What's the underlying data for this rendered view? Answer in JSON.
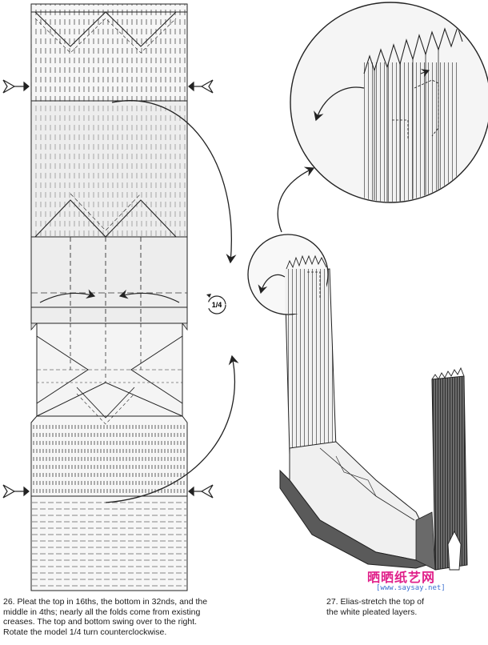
{
  "step26": {
    "caption_lines": [
      "26. Pleat the top in 16ths, the bottom in 32nds, and the",
      "middle in 4ths; nearly all the folds come from existing",
      "creases. The top and bottom swing over to the right.",
      "Rotate the model 1/4 turn counterclockwise."
    ],
    "rotation_symbol": "1/4"
  },
  "step27": {
    "caption_lines": [
      "27. Elias-stretch the top of",
      "the white pleated layers."
    ]
  },
  "watermark": {
    "title": "晒晒纸艺网",
    "url": "[www.saysay.net]",
    "title_color": "#e0208a",
    "url_color": "#3a6fd0"
  },
  "icons": [
    "push-arrow-icon",
    "swing-arrow-icon",
    "rotate-quarter-icon",
    "magnify-circle-icon"
  ]
}
